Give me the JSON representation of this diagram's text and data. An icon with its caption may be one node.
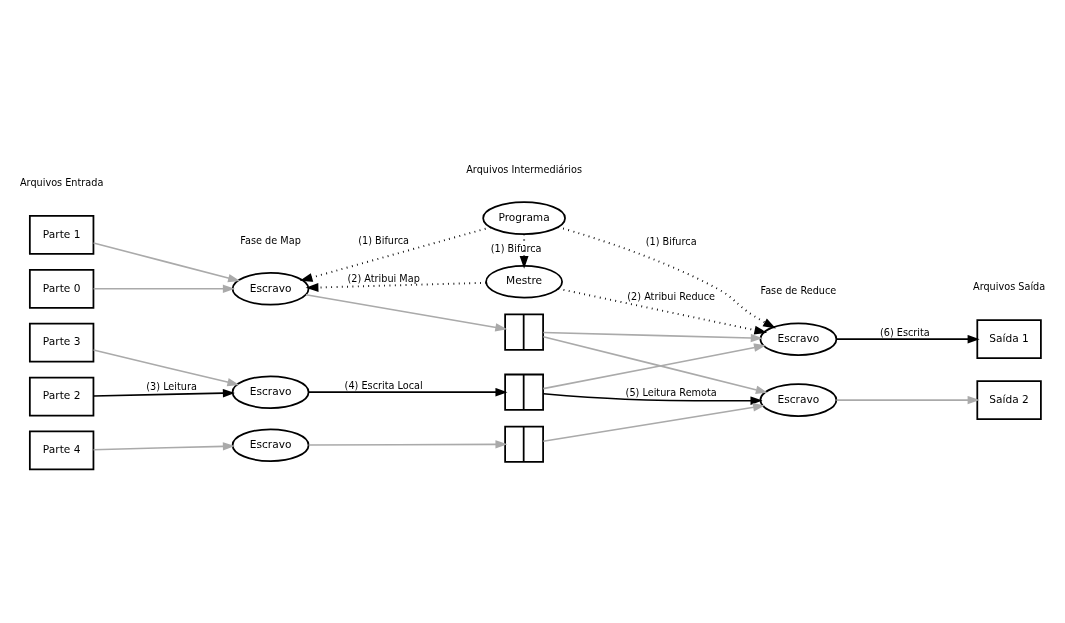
{
  "diagram": {
    "nodes": [
      {
        "text": [
          "Programa"
        ]
      },
      {
        "text": [
          "Mestre"
        ]
      },
      {
        "text": [
          "Parte 0"
        ]
      },
      {
        "text": [
          "Parte 1"
        ]
      },
      {
        "text": [
          "Parte 2"
        ]
      },
      {
        "text": [
          "Parte 3"
        ]
      },
      {
        "text": [
          "Parte 4"
        ]
      },
      {
        "text": [
          "Escravo"
        ]
      },
      {
        "text": [
          "Escravo"
        ]
      },
      {
        "text": [
          "Escravo"
        ]
      },
      {
        "text": [],
        "shape": "box"
      },
      {
        "text": [],
        "shape": "box"
      },
      {
        "text": [],
        "shape": "box"
      },
      {
        "text": [
          "Escravo"
        ]
      },
      {
        "text": [
          "Escravo"
        ]
      },
      {
        "text": [
          "Saída 1"
        ]
      },
      {
        "text": [
          "Saída 2"
        ]
      }
    ],
    "edges": [
      {
        "from": 0,
        "to": 7,
        "arrow": "to",
        "label": "(1) Bifurca",
        "style": "dashed",
        "color": "#000000"
      },
      {
        "from": 0,
        "to": 1,
        "arrow": "to",
        "label": "(1) Bifurca",
        "style": "dashed",
        "color": "#000000"
      },
      {
        "from": 0,
        "to": 13,
        "arrow": "to",
        "label": "(1) Bifurca",
        "style": "dashed",
        "color": "#000000"
      },
      {
        "from": 1,
        "to": 7,
        "arrow": "to",
        "label": "(2) Atribui Map",
        "style": "dashed",
        "color": "#000000"
      },
      {
        "from": 1,
        "to": 13,
        "arrow": "to",
        "label": "(2) Atribui Reduce",
        "style": "dashed",
        "color": "#000000"
      },
      {
        "from": 2,
        "to": 7,
        "arrow": "to"
      },
      {
        "from": 3,
        "to": 7,
        "arrow": "to"
      },
      {
        "from": 4,
        "to": 8,
        "arrow": "to",
        "label": "(3) Leitura",
        "color": "#000000"
      },
      {
        "from": 5,
        "to": 8,
        "arrow": "to"
      },
      {
        "from": 6,
        "to": 9,
        "arrow": "to"
      },
      {
        "from": 7,
        "to": 10,
        "arrow": "to"
      },
      {
        "from": 8,
        "to": 11,
        "arrow": "to",
        "label": "(4) Escrita Local",
        "color": "#000000"
      },
      {
        "from": 9,
        "to": 12,
        "arrow": "to"
      },
      {
        "from": 10,
        "to": 13,
        "arrow": "to"
      },
      {
        "from": 10,
        "to": 14,
        "arrow": "to"
      },
      {
        "from": 11,
        "to": 13,
        "arrow": "to"
      },
      {
        "from": 11,
        "to": 14,
        "arrow": "to",
        "label": "(5) Leitura Remota",
        "color": "#000000"
      },
      {
        "from": 12,
        "to": 14,
        "arrow": "to"
      },
      {
        "from": 13,
        "to": 15,
        "arrow": "to",
        "label": "(6) Escrita",
        "color": "#000000"
      },
      {
        "from": 14,
        "to": 16,
        "arrow": "to"
      }
    ],
    "labels": [
      "Arquivos Entrada",
      "Fase de Map",
      "Arquivos Intermediários",
      "Fase de Reduce",
      "Arquivos Saída"
    ]
  }
}
